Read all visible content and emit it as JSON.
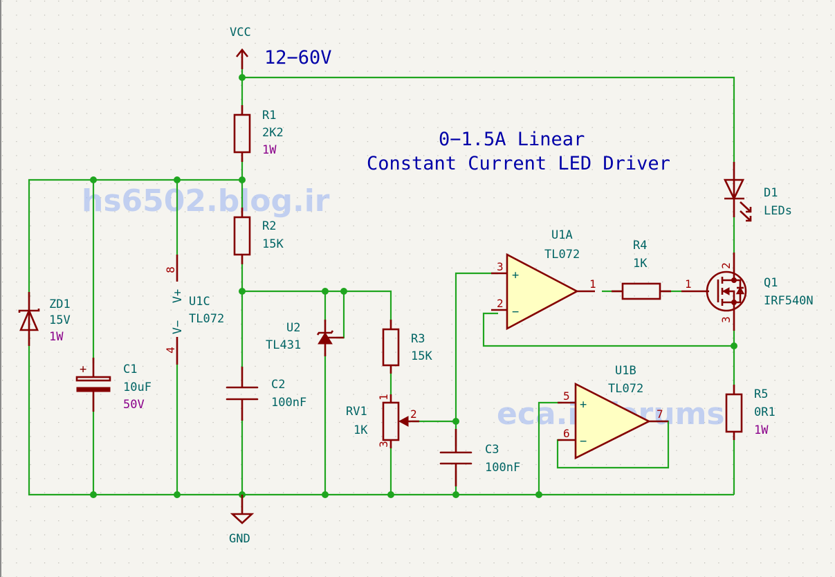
{
  "title": {
    "line1": "0−1.5A Linear",
    "line2": "Constant Current LED Driver"
  },
  "supply_label": "12−60V",
  "watermarks": [
    "hs6502.blog.ir",
    "eca.ir/forums"
  ],
  "power": {
    "vcc": "VCC",
    "gnd": "GND"
  },
  "colors": {
    "wire": "#1fa51f",
    "component": "#840000",
    "reference_text": "#006464",
    "rating_text": "#8a008a",
    "title_text": "#0000a8",
    "opamp_fill": "#ffffc2",
    "background": "#f5f4ef"
  },
  "components": {
    "R1": {
      "ref": "R1",
      "value": "2K2",
      "rating": "1W"
    },
    "R2": {
      "ref": "R2",
      "value": "15K"
    },
    "R3": {
      "ref": "R3",
      "value": "15K"
    },
    "R4": {
      "ref": "R4",
      "value": "1K"
    },
    "R5": {
      "ref": "R5",
      "value": "0R1",
      "rating": "1W"
    },
    "RV1": {
      "ref": "RV1",
      "value": "1K",
      "pins": [
        "1",
        "2",
        "3"
      ]
    },
    "C1": {
      "ref": "C1",
      "value": "10uF",
      "rating": "50V",
      "polarity": "+"
    },
    "C2": {
      "ref": "C2",
      "value": "100nF"
    },
    "C3": {
      "ref": "C3",
      "value": "100nF"
    },
    "ZD1": {
      "ref": "ZD1",
      "value": "15V",
      "rating": "1W"
    },
    "U2": {
      "ref": "U2",
      "value": "TL431"
    },
    "D1": {
      "ref": "D1",
      "value": "LEDs"
    },
    "Q1": {
      "ref": "Q1",
      "value": "IRF540N",
      "pins": [
        "1",
        "2",
        "3"
      ]
    },
    "U1A": {
      "ref": "U1A",
      "value": "TL072",
      "pins": {
        "plus": "3",
        "minus": "2",
        "out": "1"
      }
    },
    "U1B": {
      "ref": "U1B",
      "value": "TL072",
      "pins": {
        "plus": "5",
        "minus": "6",
        "out": "7"
      }
    },
    "U1C": {
      "ref": "U1C",
      "value": "TL072",
      "pins": {
        "vplus": "8",
        "vminus": "4"
      },
      "labels": {
        "vplus": "V+",
        "vminus": "V−"
      }
    }
  },
  "opamp_symbols": {
    "plus": "+",
    "minus": "−"
  }
}
